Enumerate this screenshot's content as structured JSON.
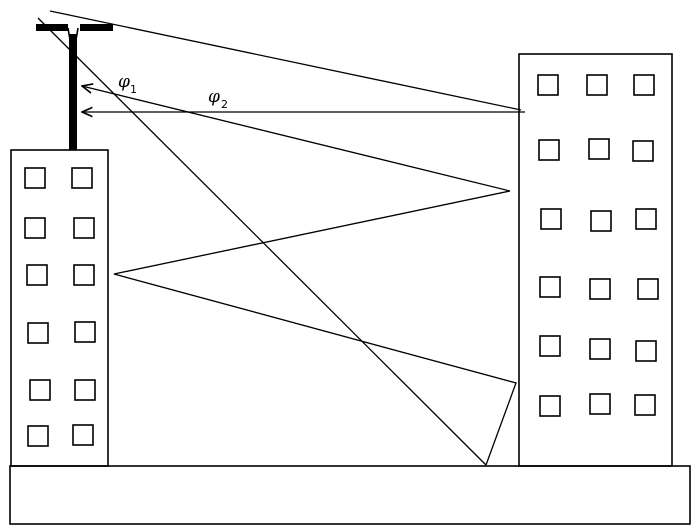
{
  "labels": {
    "phi1": {
      "symbol": "φ",
      "subscript": "1"
    },
    "phi2": {
      "symbol": "φ",
      "subscript": "2"
    }
  },
  "colors": {
    "stroke": "#000000",
    "background": "#ffffff"
  }
}
